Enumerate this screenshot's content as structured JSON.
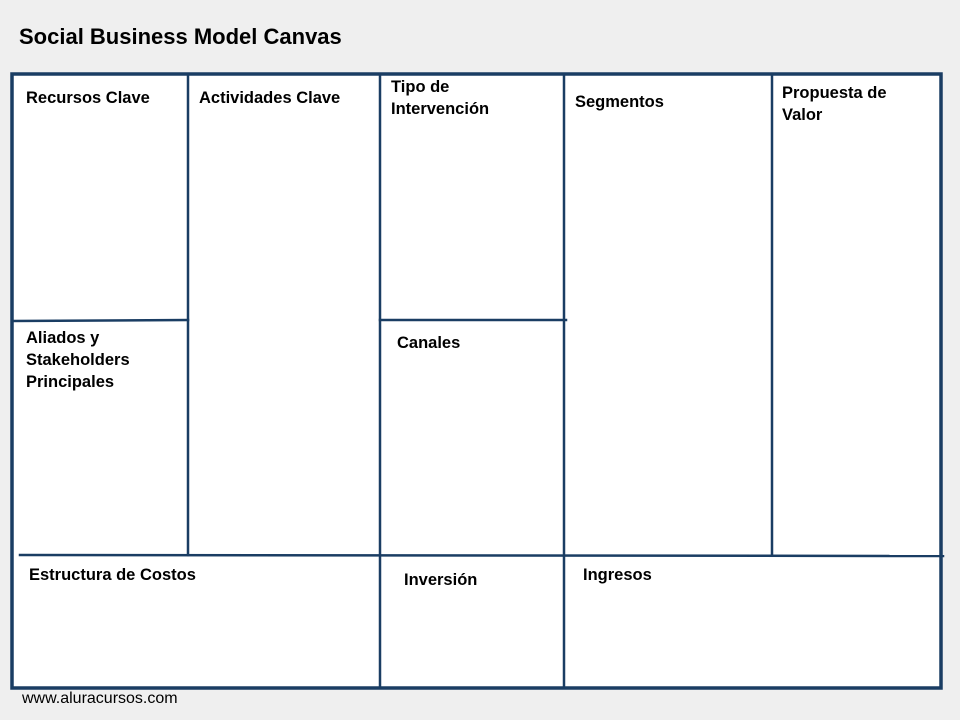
{
  "title": "Social Business Model Canvas",
  "colors": {
    "background": "#efefef",
    "frame": "#1a3d63",
    "cell": "#ffffff",
    "text": "#000000"
  },
  "blocks": {
    "recursos_clave": "Recursos Clave",
    "actividades_clave": "Actividades Clave",
    "tipo_intervencion_line1": "Tipo de",
    "tipo_intervencion_line2": "Intervención",
    "segmentos": "Segmentos",
    "propuesta_valor_line1": "Propuesta de",
    "propuesta_valor_line2": "Valor",
    "aliados_line1": "Aliados y",
    "aliados_line2": "Stakeholders",
    "aliados_line3": "Principales",
    "canales": "Canales",
    "estructura_costos": "Estructura de Costos",
    "inversion": "Inversión",
    "ingresos": "Ingresos"
  },
  "footer": {
    "url": "www.aluracursos.com"
  }
}
